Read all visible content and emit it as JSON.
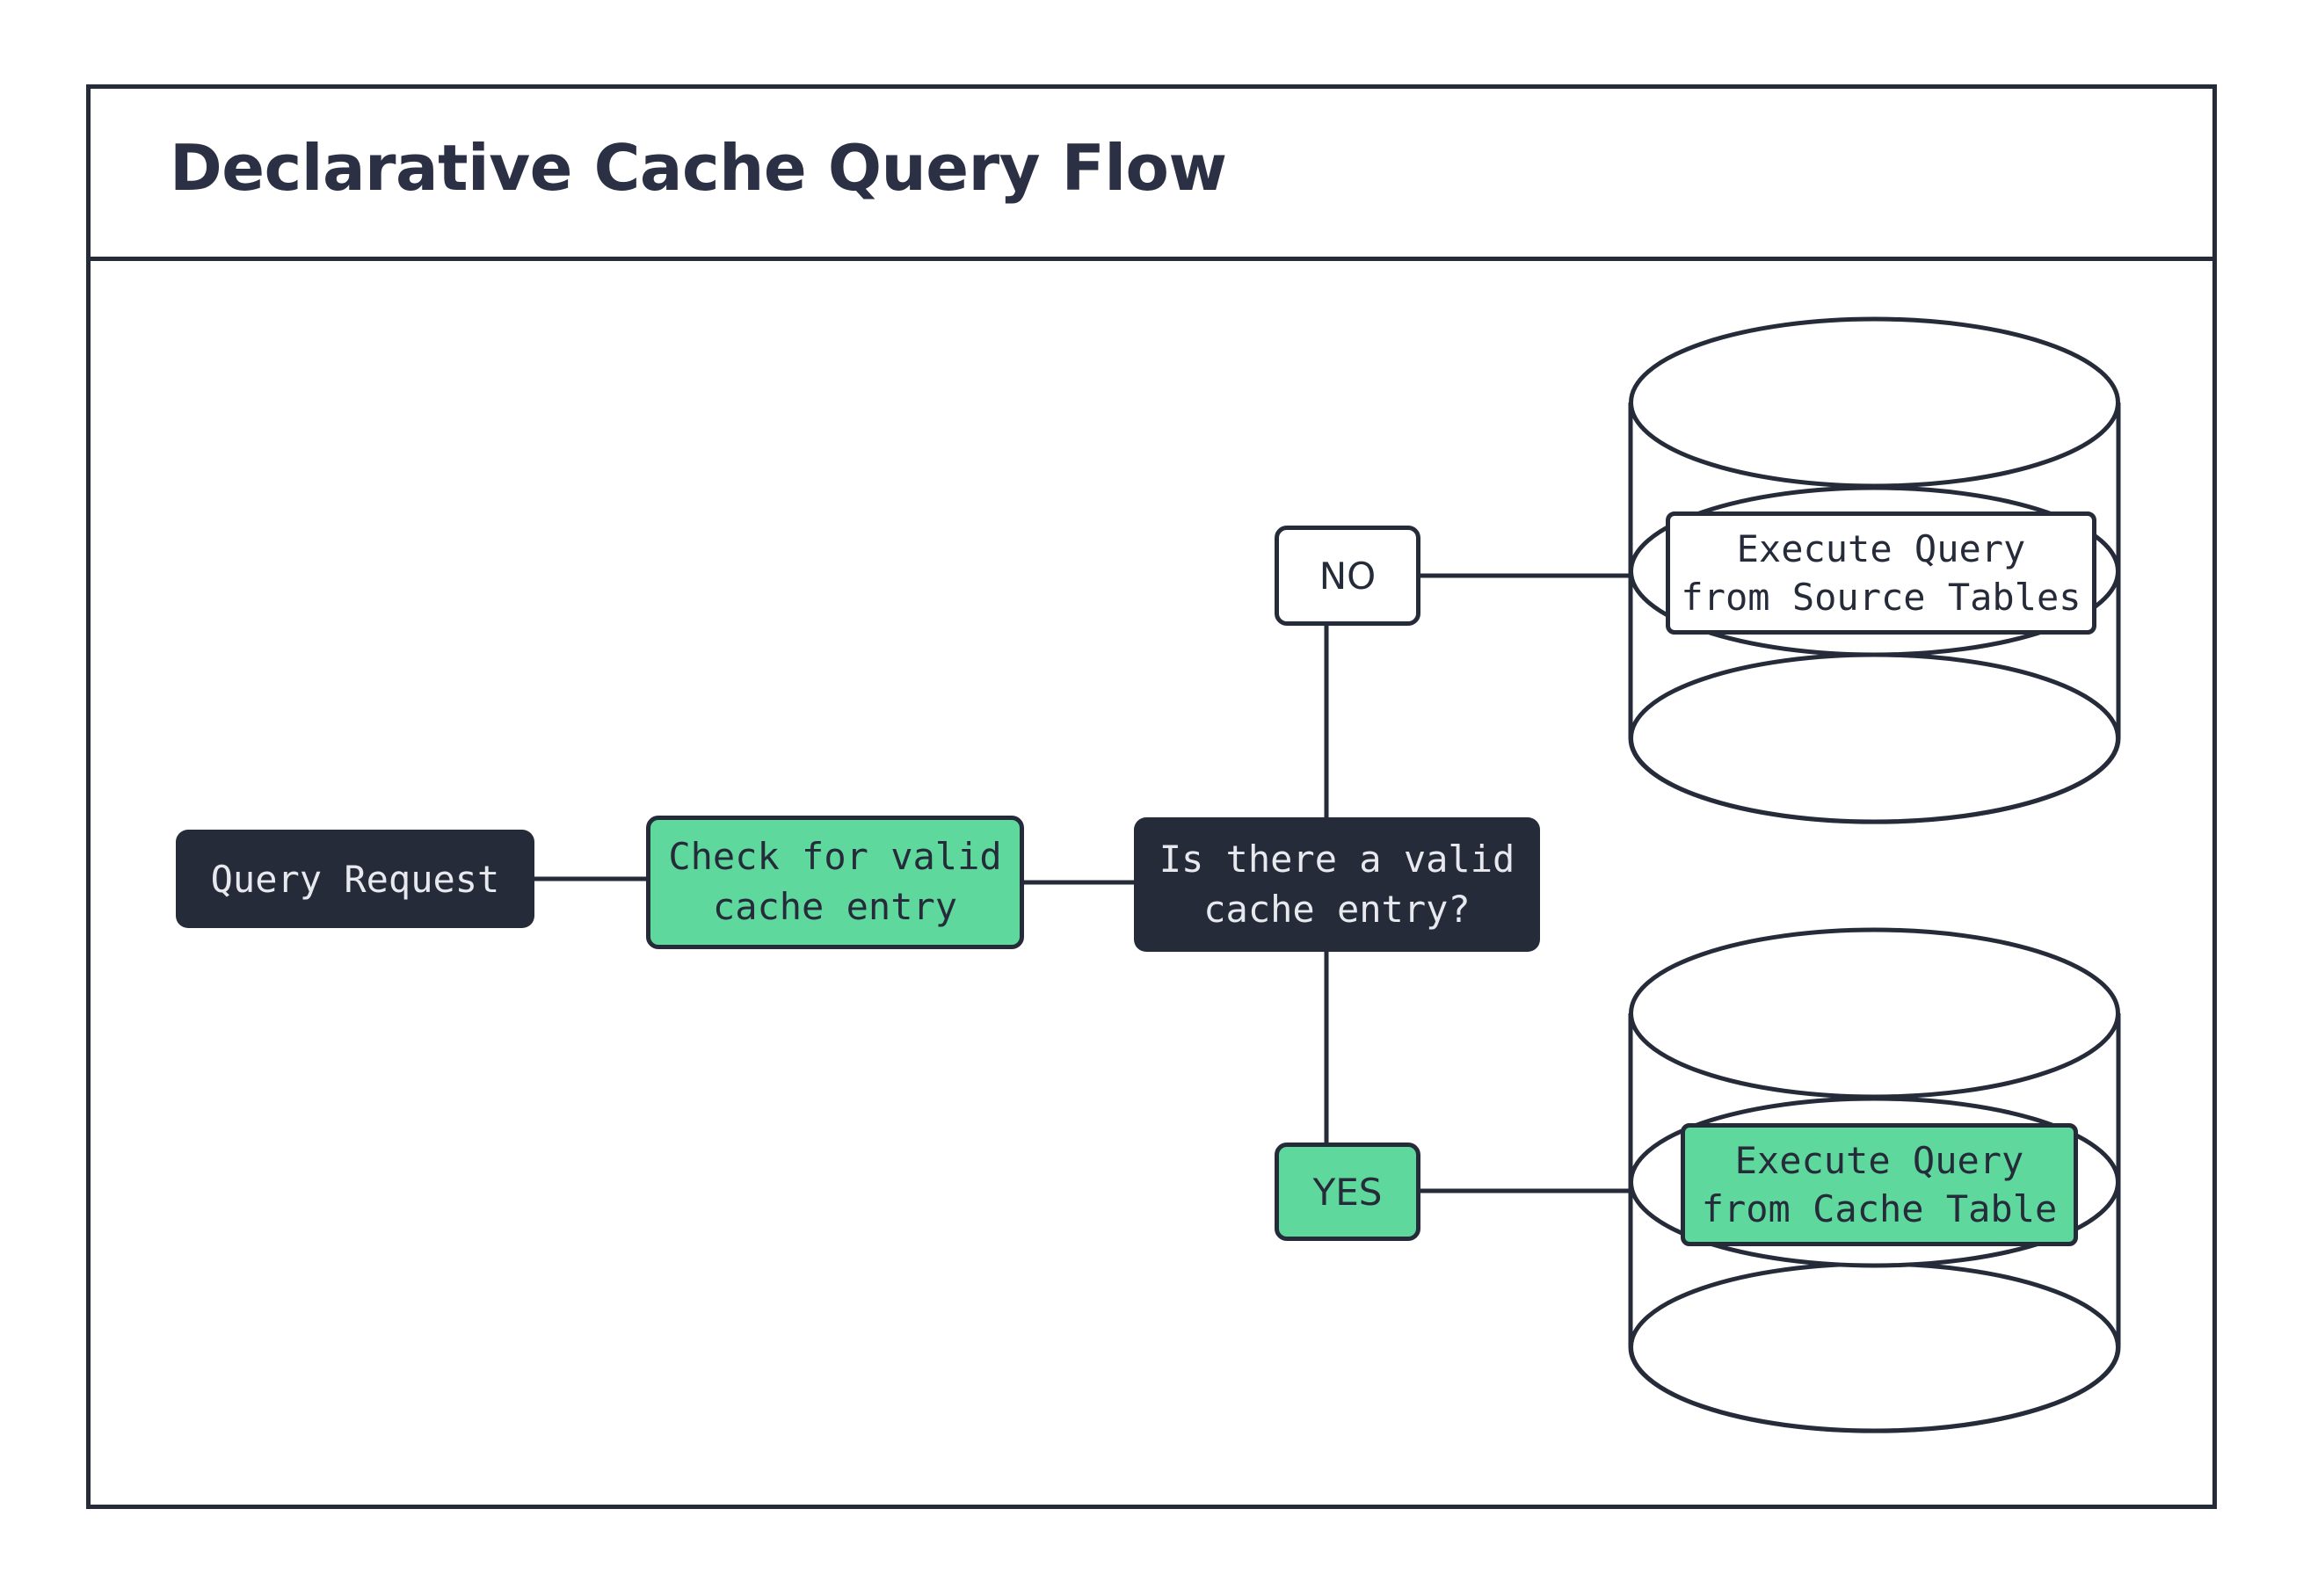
{
  "title": "Declarative Cache Query Flow",
  "colors": {
    "dark": "#262b3a",
    "green": "#5ed89c",
    "white": "#ffffff",
    "light_text": "#e8e9ee"
  },
  "nodes": {
    "query_request": {
      "label": "Query Request",
      "style": "dark"
    },
    "check_cache": {
      "label": "Check for valid\ncache entry",
      "style": "green"
    },
    "decision": {
      "label": "Is there a valid\ncache entry?",
      "style": "dark"
    },
    "no_label": {
      "label": "NO",
      "style": "white"
    },
    "yes_label": {
      "label": "YES",
      "style": "green"
    },
    "source_tables": {
      "label": "Execute Query\nfrom Source Tables",
      "style": "white-on-database"
    },
    "cache_table": {
      "label": "Execute Query\nfrom Cache Table",
      "style": "green-on-database"
    }
  },
  "databases": {
    "source": {
      "name": "source-database-cylinder"
    },
    "cache": {
      "name": "cache-database-cylinder"
    }
  },
  "edges": [
    {
      "from": "query_request",
      "to": "check_cache"
    },
    {
      "from": "check_cache",
      "to": "decision"
    },
    {
      "from": "decision",
      "to": "no_label"
    },
    {
      "from": "no_label",
      "to": "source_tables"
    },
    {
      "from": "decision",
      "to": "yes_label"
    },
    {
      "from": "yes_label",
      "to": "cache_table"
    }
  ]
}
